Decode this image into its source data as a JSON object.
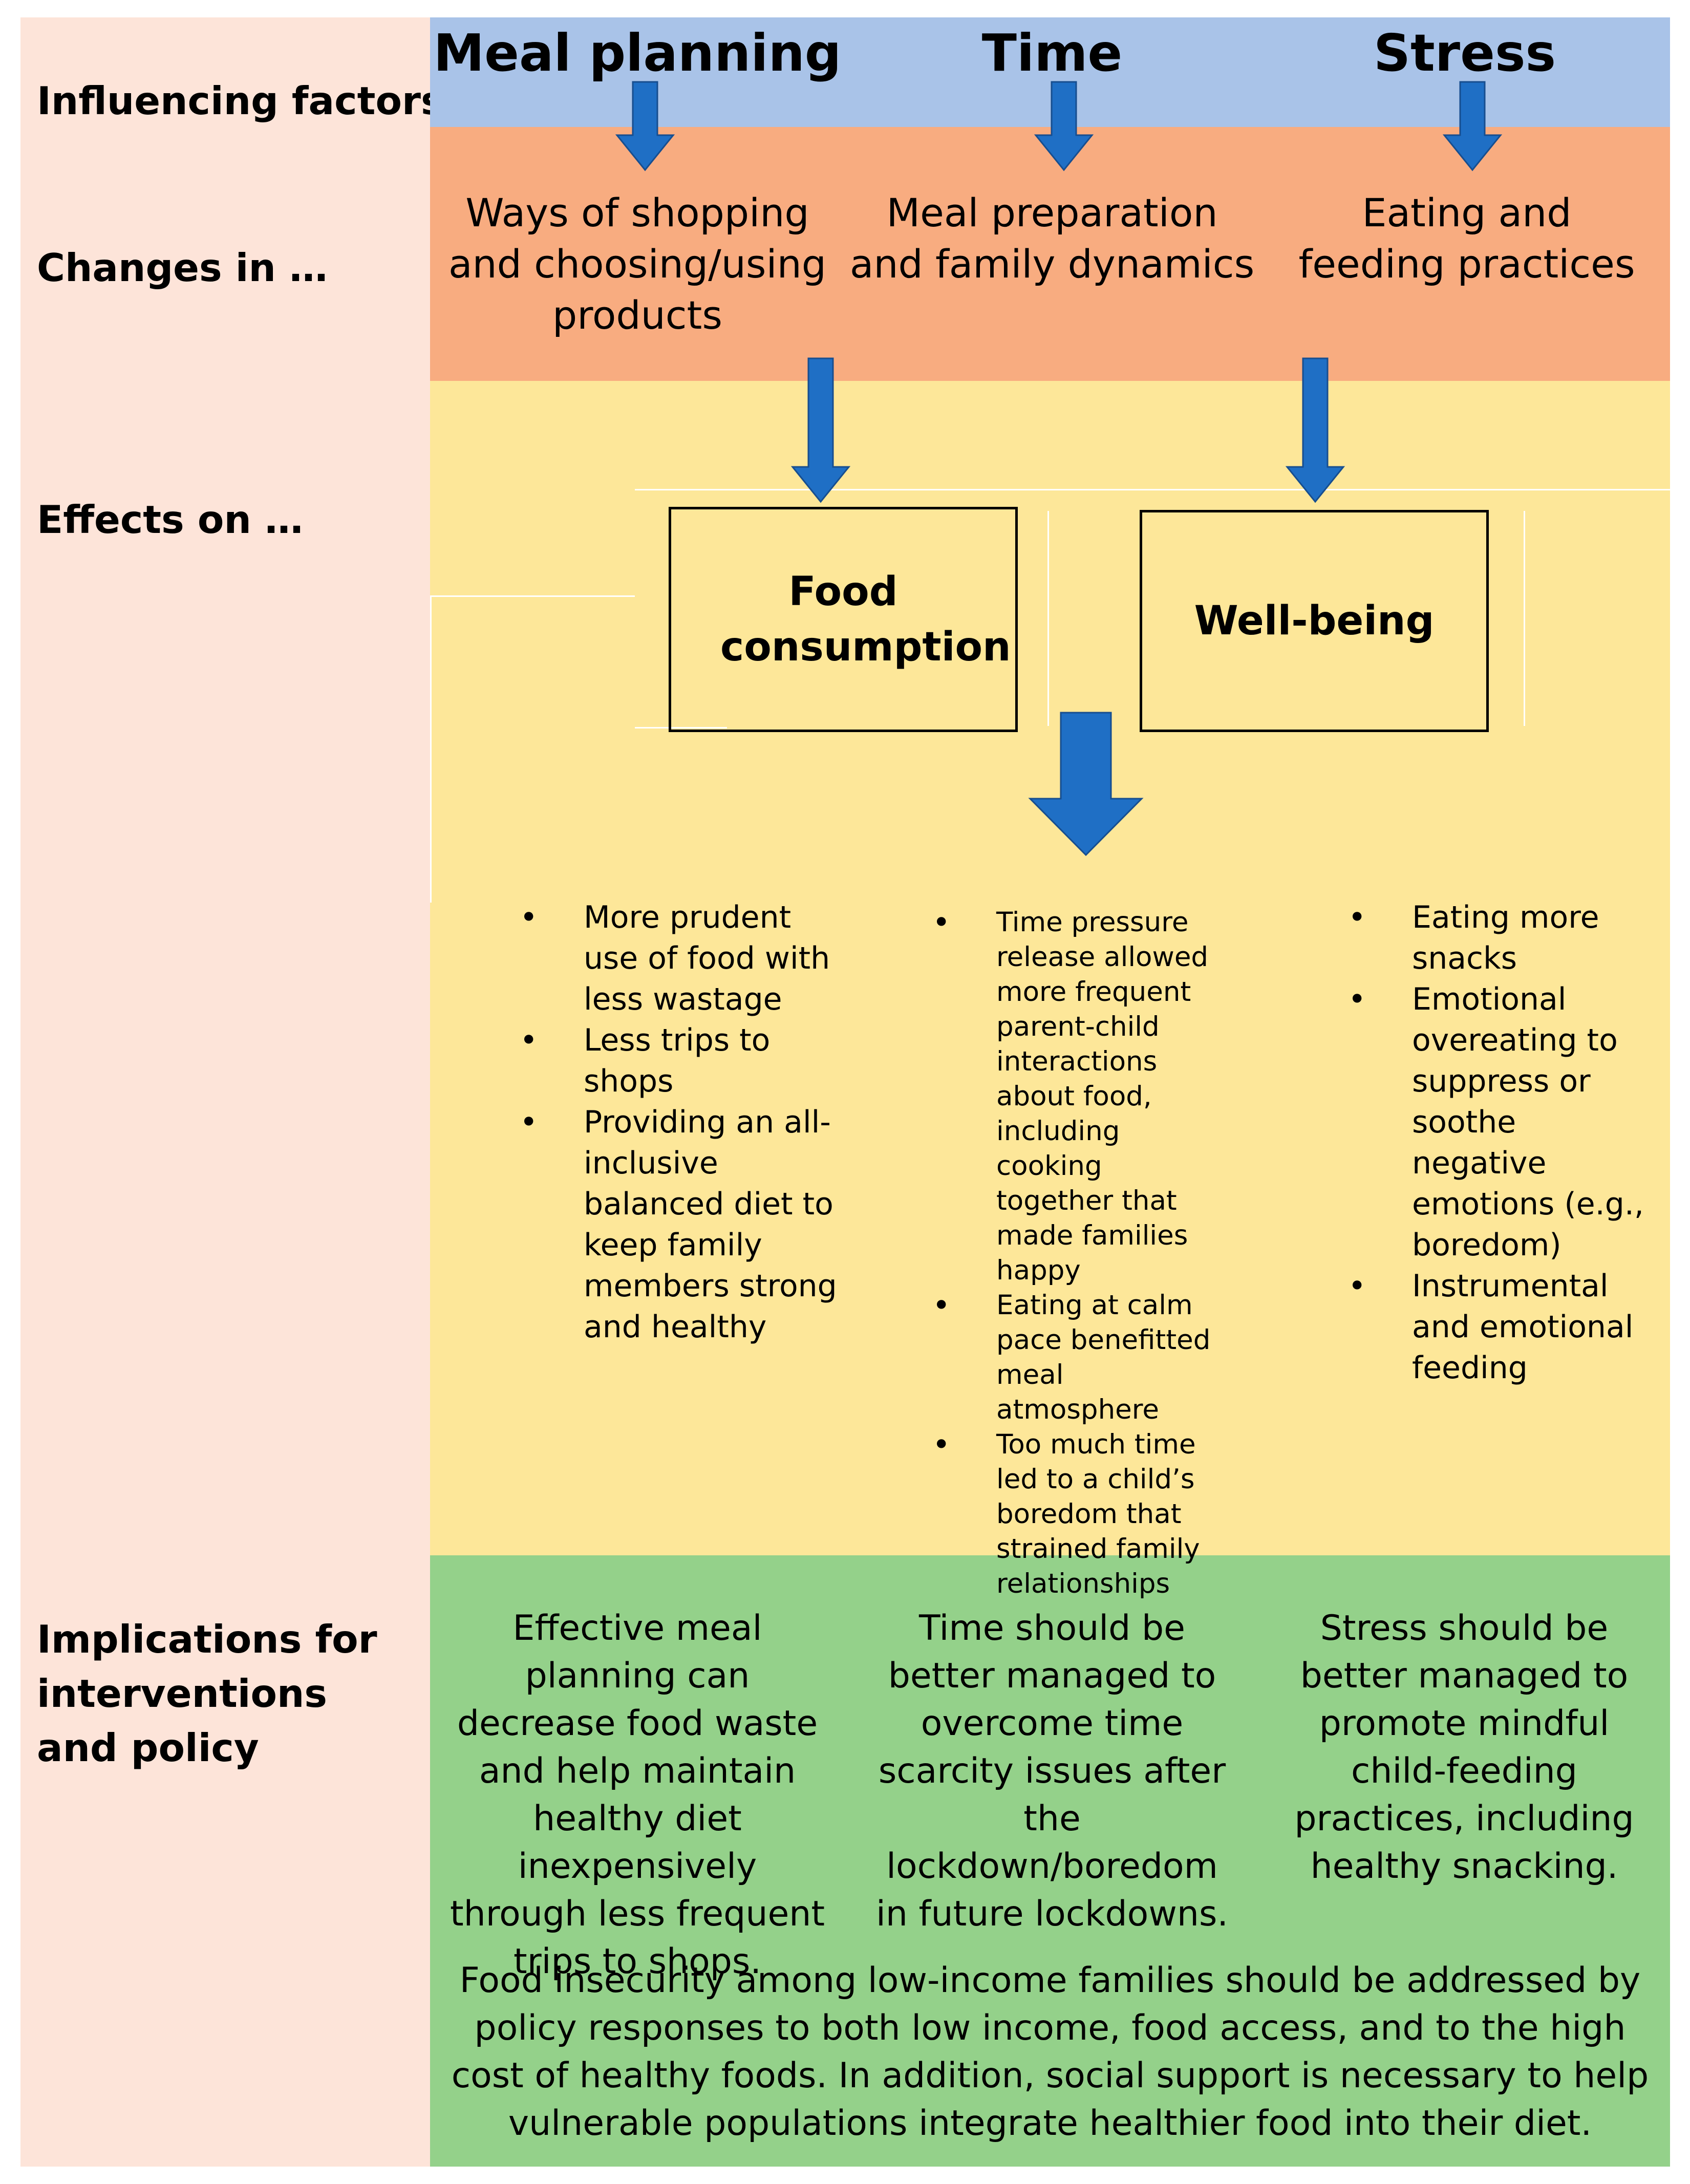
{
  "row_labels": {
    "influencing": "Influencing factors",
    "changes": "Changes in …",
    "effects": "Effects on …",
    "implications": "Implications for interventions and policy"
  },
  "factors": [
    "Meal planning",
    "Time",
    "Stress"
  ],
  "changes": [
    "Ways of shopping and choosing/using products",
    "Meal preparation and family dynamics",
    "Eating and feeding practices"
  ],
  "effects": [
    "Food consumption",
    "Well-being"
  ],
  "details": [
    [
      "More prudent use of food with less wastage",
      "Less trips to shops",
      "Providing an all-inclusive balanced diet to keep family members strong and healthy"
    ],
    [
      "Time pressure release allowed more frequent parent-child interactions about food, including cooking together that made families happy",
      "Eating at calm pace benefitted meal atmosphere",
      "Too much time led to a child’s boredom that strained family relationships"
    ],
    [
      "Eating more snacks",
      "Emotional overeating to suppress or soothe negative emotions (e.g., boredom)",
      "Instrumental and emotional feeding"
    ]
  ],
  "implications": [
    "Effective meal planning can decrease food waste and help maintain healthy diet inexpensively through less frequent trips to shops.",
    "Time should be better managed to overcome time scarcity issues after the lockdown/boredom in future lockdowns.",
    "Stress should be better managed to promote mindful child-feeding practices, including healthy snacking."
  ],
  "policy_note": "Food insecurity among low-income families should be addressed by policy responses to both low income, food access, and to the high cost of healthy foods. In addition, social support is necessary to help vulnerable populations integrate healthier food into their diet.",
  "colors": {
    "left_column": "#fde4d9",
    "factors_band": "#a9c3e8",
    "changes_band": "#f8ac80",
    "effects_band": "#fde799",
    "implications_band": "#94d18a",
    "arrow": "#1f6fc5"
  }
}
